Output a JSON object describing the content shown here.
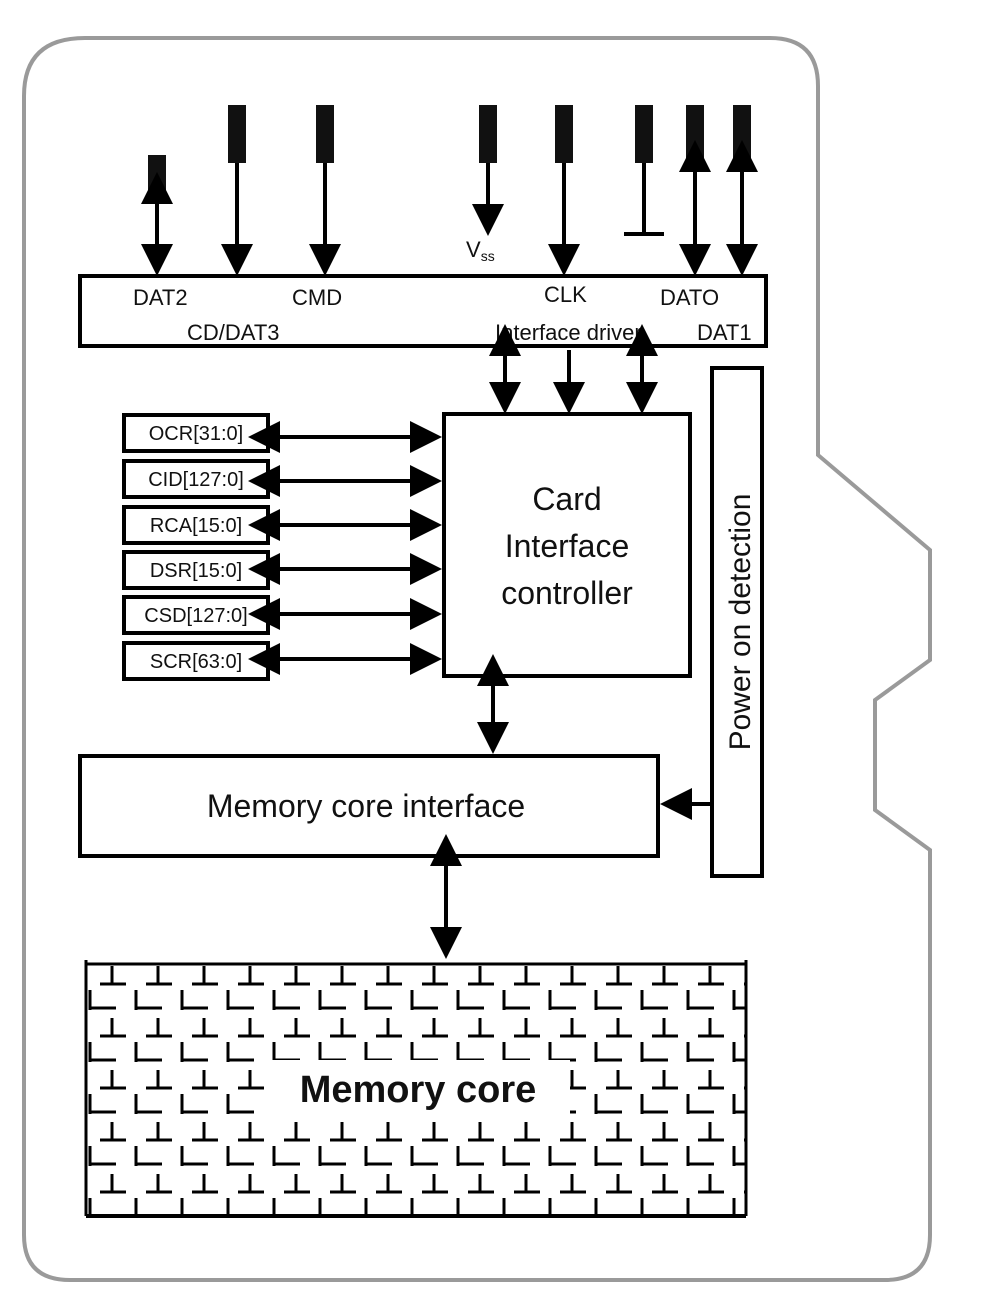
{
  "pins": {
    "dat2": "DAT2",
    "cd_dat3": "CD/DAT3",
    "cmd": "CMD",
    "vss": "V",
    "vss_sub": "ss",
    "clk": "CLK",
    "dat0": "DATO",
    "dat1": "DAT1"
  },
  "interface_driver": "Interface driver",
  "registers": [
    "OCR[31:0]",
    "CID[127:0]",
    "RCA[15:0]",
    "DSR[15:0]",
    "CSD[127:0]",
    "SCR[63:0]"
  ],
  "controller": {
    "line1": "Card",
    "line2": "Interface",
    "line3": "controller"
  },
  "power_detection": "Power on detection",
  "memory_interface": "Memory core interface",
  "memory_core": "Memory core"
}
